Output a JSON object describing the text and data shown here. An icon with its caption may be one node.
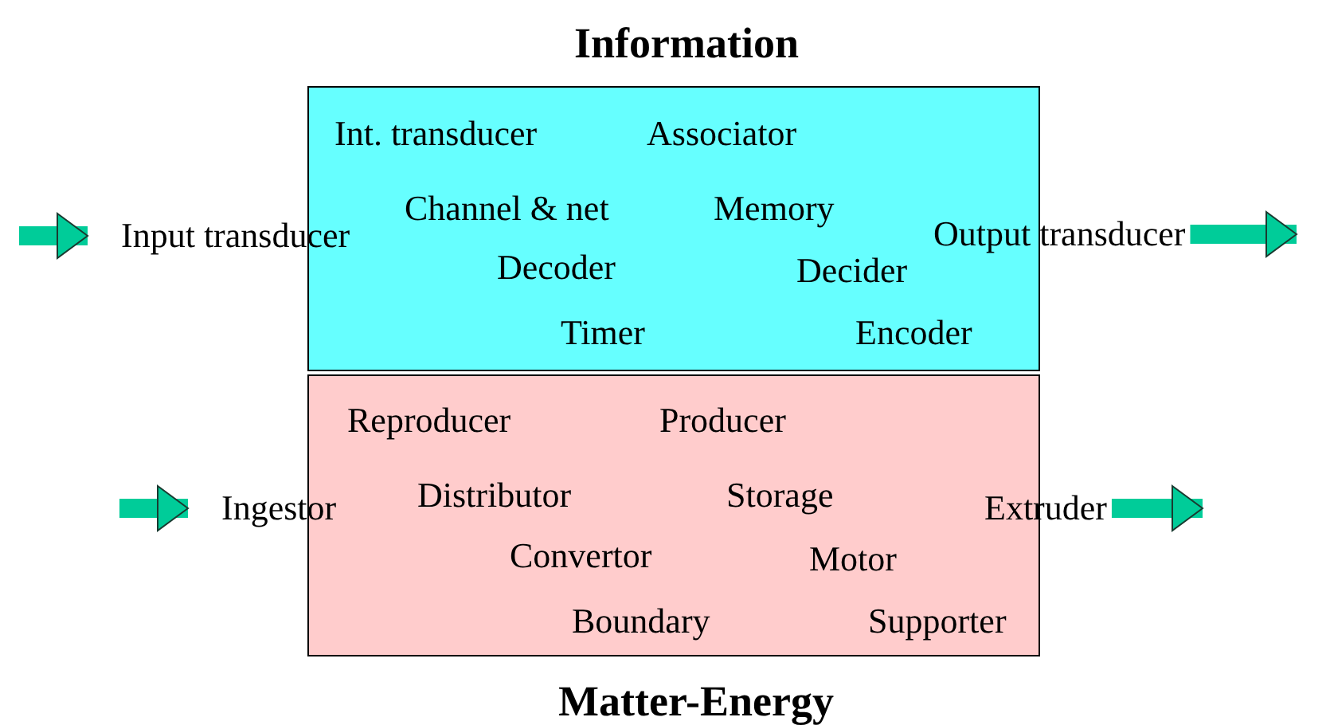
{
  "diagram": {
    "nodes": [
      {
        "text": [
          "Information"
        ]
      },
      {
        "text": [
          "Matter-Energy"
        ]
      },
      {
        "text": [
          "Input transducer"
        ]
      },
      {
        "text": [
          "Output transducer"
        ]
      },
      {
        "text": [
          "Ingestor"
        ]
      },
      {
        "text": [
          "Extruder"
        ]
      }
    ],
    "edges": [
      {
        "from": null,
        "to": 2,
        "arrow": "to"
      },
      {
        "from": 3,
        "to": null,
        "arrow": "to"
      },
      {
        "from": null,
        "to": 4,
        "arrow": "to"
      },
      {
        "from": 5,
        "to": null,
        "arrow": "to"
      }
    ],
    "labels": [
      "Int. transducer",
      "Associator",
      "Channel & net",
      "Memory",
      "Decoder",
      "Decider",
      "Timer",
      "Encoder",
      "Reproducer",
      "Producer",
      "Distributor",
      "Storage",
      "Convertor",
      "Motor",
      "Boundary",
      "Supporter"
    ]
  }
}
